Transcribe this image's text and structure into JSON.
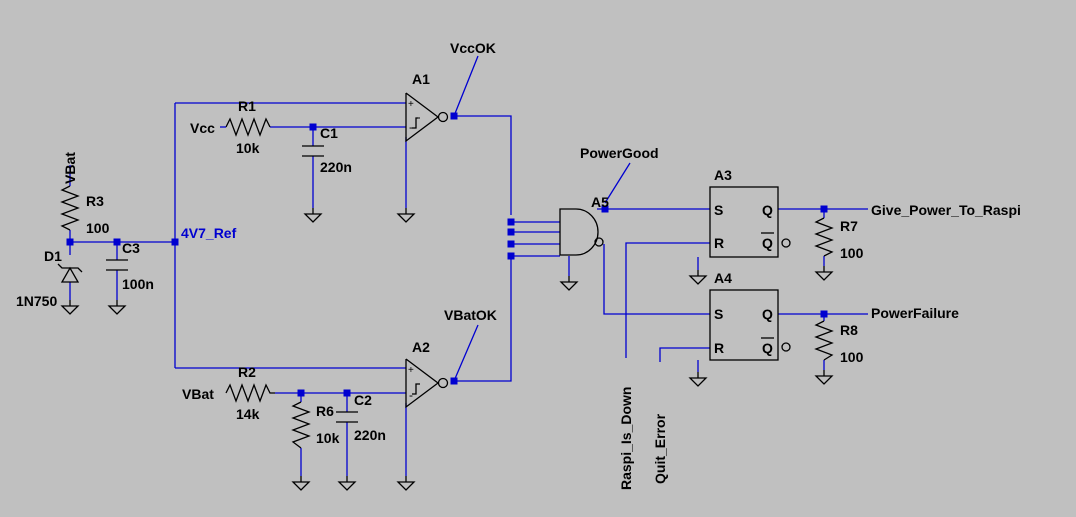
{
  "colors": {
    "background": "#c0c0c0",
    "wire": "#0000d0",
    "component": "#000000",
    "net_label": "#0000d0"
  },
  "components": {
    "A1": "A1",
    "A2": "A2",
    "A3": "A3",
    "A4": "A4",
    "A5": "A5",
    "R1": "R1",
    "R1_value": "10k",
    "R2": "R2",
    "R2_value": "14k",
    "R3": "R3",
    "R3_value": "100",
    "R6": "R6",
    "R6_value": "10k",
    "R7": "R7",
    "R7_value": "100",
    "R8": "R8",
    "R8_value": "100",
    "C1": "C1",
    "C1_value": "220n",
    "C2": "C2",
    "C2_value": "220n",
    "C3": "C3",
    "C3_value": "100n",
    "D1": "D1",
    "D1_value": "1N750"
  },
  "nets": {
    "vcc": "Vcc",
    "vbat_top": "VBat",
    "vbat_left": "VBat",
    "ref": "4V7_Ref",
    "vccok": "VccOK",
    "vbatok": "VBatOK",
    "powergood": "PowerGood",
    "give_power": "Give_Power_To_Raspi",
    "power_failure": "PowerFailure",
    "raspi_down": "Raspi_Is_Down",
    "quit_error": "Quit_Error"
  },
  "pins": {
    "set": "S",
    "reset": "R",
    "q": "Q",
    "qbar": "Q",
    "plus": "+",
    "minus": "-"
  }
}
